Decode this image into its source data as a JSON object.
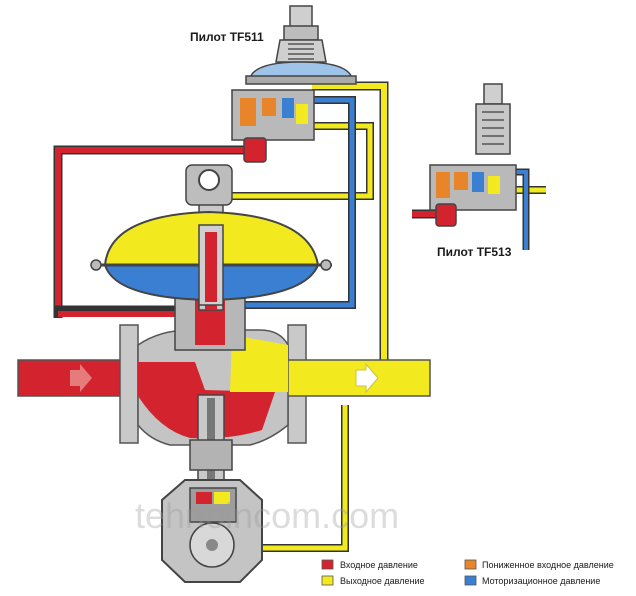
{
  "labels": {
    "pilot_main": "Пилот TF511",
    "pilot_alt": "Пилот TF513"
  },
  "watermark": "tehnoincom.com",
  "legend": [
    {
      "text": "Входное давление",
      "color": "#d3232e"
    },
    {
      "text": "Пониженное входное давление",
      "color": "#e8852a"
    },
    {
      "text": "Выходное давление",
      "color": "#f2ea1e"
    },
    {
      "text": "Моторизационное давление",
      "color": "#3a7fd1"
    }
  ],
  "colors": {
    "inlet": "#d3232e",
    "reduced_inlet": "#e8852a",
    "outlet": "#f2ea1e",
    "motorization": "#3a7fd1",
    "body": "#b8b8b8",
    "body_dark": "#555555"
  }
}
